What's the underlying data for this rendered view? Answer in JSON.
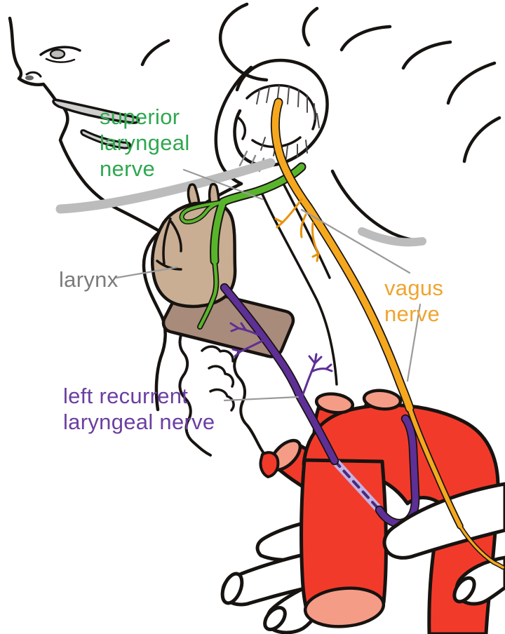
{
  "figure": {
    "labels": {
      "superior_laryngeal_nerve": {
        "lines": [
          "superior",
          "laryngeal",
          "nerve"
        ],
        "color": "#2ea84f"
      },
      "larynx": {
        "text": "larynx",
        "color": "#7b7b7b"
      },
      "vagus_nerve": {
        "text": "vagus nerve",
        "color": "#efa42f"
      },
      "left_recurrent_laryngeal_nerve": {
        "lines": [
          "left recurrent",
          "laryngeal nerve"
        ],
        "color": "#6b3fa1"
      }
    },
    "colors": {
      "background": "#ffffff",
      "ink": "#171310",
      "superior_laryngeal_nerve": "#58b52b",
      "vagus_nerve": "#f5a81e",
      "recurrent_laryngeal_nerve": "#5e2f96",
      "recurrent_laryngeal_nerve_hidden": "#c4b2e2",
      "artery": "#f23a2b",
      "artery_cut_face": "#f59c87",
      "larynx_upper": "#c9ae93",
      "larynx_lower": "#a98b7b",
      "leader_line": "#9a9a9a",
      "shadow": "#bcbcbc",
      "lip_shading": "#cfcfcf"
    }
  }
}
